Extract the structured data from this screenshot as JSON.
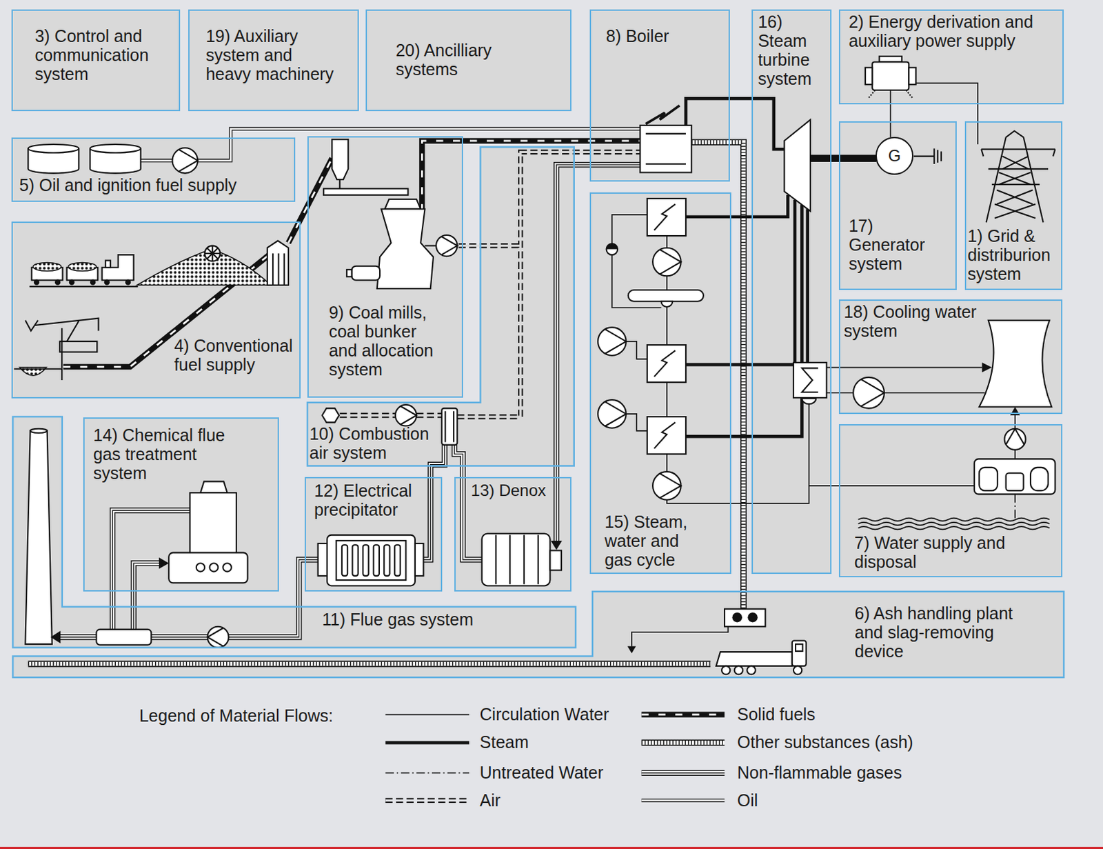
{
  "diagram": {
    "nodes": [
      {
        "text": [
          "3) Control and communication system"
        ]
      },
      {
        "text": [
          "19) Auxiliary system and heavy machinery"
        ]
      },
      {
        "text": [
          "20) Ancilliary systems"
        ]
      },
      {
        "text": [
          "8) Boiler"
        ]
      },
      {
        "text": [
          "16) Steam turbine system"
        ]
      },
      {
        "text": [
          "2) Energy derivation and auxiliary power supply"
        ]
      },
      {
        "text": [
          "5) Oil and ignition fuel supply"
        ]
      },
      {
        "text": [
          "9) Coal mills, coal bunker and allocation system"
        ]
      },
      {
        "text": [
          "17) Generator system"
        ]
      },
      {
        "text": [
          "G"
        ],
        "in": 8
      },
      {
        "text": [
          "1) Grid & distriburion system"
        ]
      },
      {
        "text": [
          "4) Conventional fuel supply"
        ]
      },
      {
        "text": [
          "15) Steam, water and gas cycle"
        ]
      },
      {
        "text": [
          "18) Cooling water system"
        ]
      },
      {
        "text": [
          "10) Combustion air system"
        ]
      },
      {
        "text": [
          "14) Chemical flue gas treatment system"
        ]
      },
      {
        "text": [
          "12) Electrical precipitator"
        ]
      },
      {
        "text": [
          "13) Denox"
        ]
      },
      {
        "text": [
          "7) Water supply and disposal"
        ]
      },
      {
        "text": [
          "11) Flue gas system"
        ]
      },
      {
        "text": [
          "6) Ash handling plant and slag-removing device"
        ]
      }
    ],
    "labels": [
      "Legend of Material Flows:"
    ],
    "legend": [
      {
        "text": "Circulation Water"
      },
      {
        "text": "Solid fuels"
      },
      {
        "text": "Steam"
      },
      {
        "text": "Other substances (ash)"
      },
      {
        "text": "Untreated Water"
      },
      {
        "text": "Non-flammable gases"
      },
      {
        "text": "Air"
      },
      {
        "text": "Oil"
      }
    ]
  }
}
